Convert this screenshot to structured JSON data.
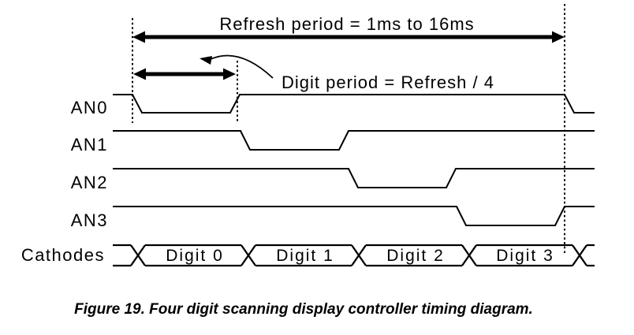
{
  "figure": {
    "caption": "Figure 19. Four digit scanning display controller timing diagram."
  },
  "annotations": {
    "refresh_period": "Refresh period = 1ms to 16ms",
    "digit_period": "Digit period = Refresh / 4"
  },
  "signals": [
    {
      "name": "AN0"
    },
    {
      "name": "AN1"
    },
    {
      "name": "AN2"
    },
    {
      "name": "AN3"
    }
  ],
  "cathodes": {
    "name": "Cathodes",
    "segments": [
      {
        "label": "Digit 0"
      },
      {
        "label": "Digit 1"
      },
      {
        "label": "Digit 2"
      },
      {
        "label": "Digit 3"
      }
    ]
  },
  "colors": {
    "ink": "#000000",
    "background": "#ffffff"
  }
}
